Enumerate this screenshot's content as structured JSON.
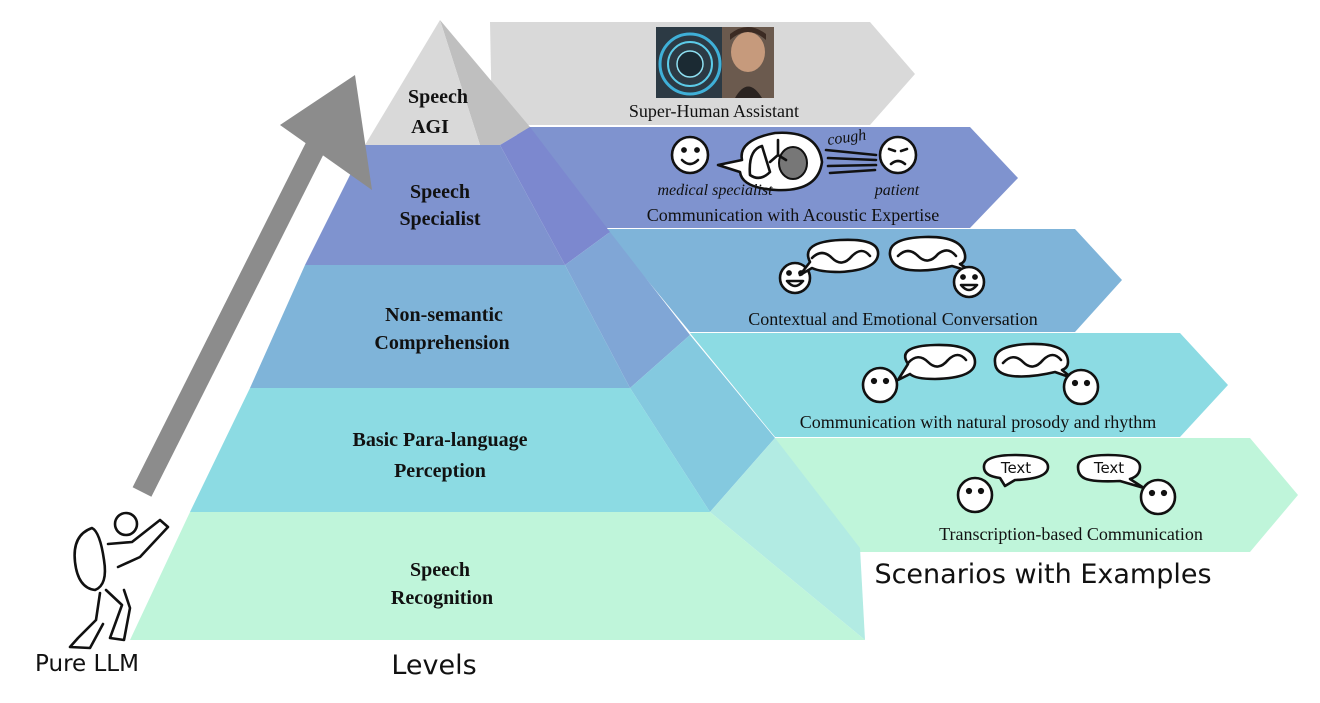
{
  "colors": {
    "level_agi": "#d9d9d9",
    "level_specialist": "#7f93cf",
    "level_nonsemantic": "#7fb4d9",
    "level_paralanguage": "#8cdbe3",
    "level_recognition": "#bff5da",
    "arrow": "#8c8c8c"
  },
  "levels": [
    {
      "line1": "Speech",
      "line2": "AGI"
    },
    {
      "line1": "Speech",
      "line2": "Specialist"
    },
    {
      "line1": "Non-semantic",
      "line2": "Comprehension"
    },
    {
      "line1": "Basic Para-language",
      "line2": "Perception"
    },
    {
      "line1": "Speech",
      "line2": "Recognition"
    }
  ],
  "scenarios": {
    "agi": {
      "caption": "Super-Human Assistant",
      "icon": "portrait-photo"
    },
    "specialist": {
      "caption": "Communication with  Acoustic Expertise",
      "doctor_label": "medical specialist",
      "patient_label": "patient",
      "sound_label": "cough",
      "icon": "lungs-bubble"
    },
    "nonsemantic": {
      "caption": "Contextual and Emotional Conversation"
    },
    "paralanguage": {
      "caption": "Communication with natural prosody and rhythm"
    },
    "recognition": {
      "caption": "Transcription-based Communication",
      "bubble_left": "Text",
      "bubble_right": "Text"
    }
  },
  "labels": {
    "climber": "Pure LLM",
    "levels_title": "Levels",
    "scenarios_title": "Scenarios with Examples"
  },
  "icons": [
    "climber-icon",
    "up-arrow-icon",
    "smiley-face-icon",
    "speech-bubble-icon",
    "lungs-icon"
  ]
}
